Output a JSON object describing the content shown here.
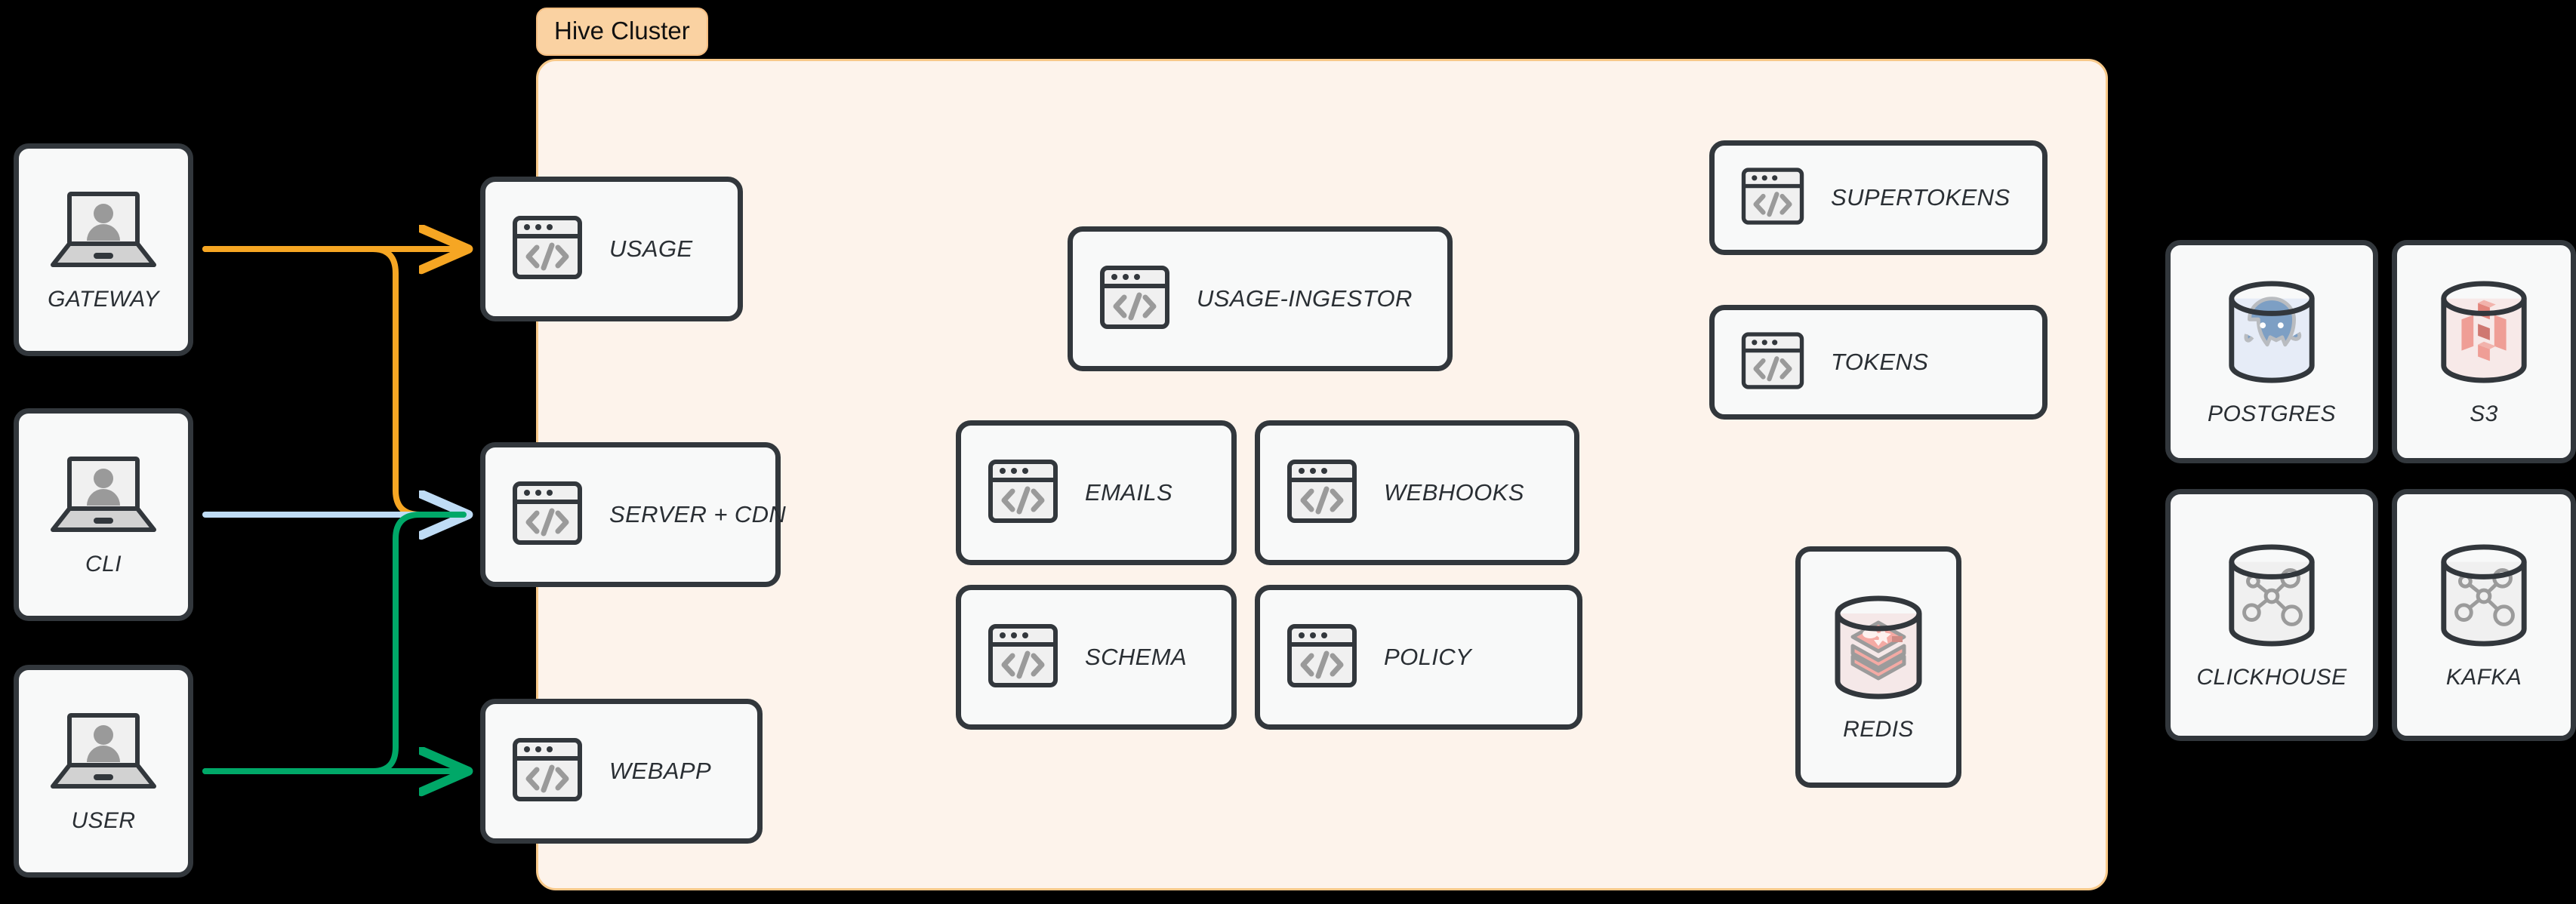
{
  "cluster": {
    "label": "Hive Cluster",
    "bg_color": "#fdf3eb",
    "border_color": "#f8c98a",
    "label_bg_color": "#fad2a2"
  },
  "theme": {
    "page_bg": "#000000",
    "card_bg": "#f8f9f9",
    "card_border": "#32373c",
    "text_color": "#2a2f34"
  },
  "clients": [
    {
      "label": "GATEWAY",
      "icon": "laptop-user-icon"
    },
    {
      "label": "CLI",
      "icon": "laptop-user-icon"
    },
    {
      "label": "USER",
      "icon": "laptop-user-icon"
    }
  ],
  "edge_services": [
    {
      "label": "USAGE",
      "icon": "code-window-icon"
    },
    {
      "label": "SERVER + CDN",
      "icon": "code-window-icon"
    },
    {
      "label": "WEBAPP",
      "icon": "code-window-icon"
    }
  ],
  "core_services": [
    {
      "label": "USAGE-INGESTOR",
      "icon": "code-window-icon"
    },
    {
      "label": "EMAILS",
      "icon": "code-window-icon"
    },
    {
      "label": "WEBHOOKS",
      "icon": "code-window-icon"
    },
    {
      "label": "SCHEMA",
      "icon": "code-window-icon"
    },
    {
      "label": "POLICY",
      "icon": "code-window-icon"
    }
  ],
  "auth_services": [
    {
      "label": "SUPERTOKENS",
      "icon": "code-window-icon"
    },
    {
      "label": "TOKENS",
      "icon": "code-window-icon"
    }
  ],
  "cache": {
    "label": "REDIS",
    "icon": "redis-database-icon"
  },
  "external_stores": [
    {
      "label": "POSTGRES",
      "icon": "postgres-database-icon"
    },
    {
      "label": "S3",
      "icon": "s3-database-icon"
    },
    {
      "label": "CLICKHOUSE",
      "icon": "graph-database-icon"
    },
    {
      "label": "KAFKA",
      "icon": "graph-database-icon"
    }
  ],
  "connections": [
    {
      "from": "GATEWAY",
      "to": "USAGE",
      "color": "#f6a623",
      "name": "gateway-to-usage"
    },
    {
      "from": "GATEWAY",
      "to": "SERVER + CDN",
      "color": "#f6a623",
      "name": "gateway-to-server-cdn"
    },
    {
      "from": "CLI",
      "to": "SERVER + CDN",
      "color": "#bfdcf5",
      "name": "cli-to-server-cdn"
    },
    {
      "from": "USER",
      "to": "SERVER + CDN",
      "color": "#00a868",
      "name": "user-to-server-cdn"
    },
    {
      "from": "USER",
      "to": "WEBAPP",
      "color": "#00a868",
      "name": "user-to-webapp"
    }
  ]
}
